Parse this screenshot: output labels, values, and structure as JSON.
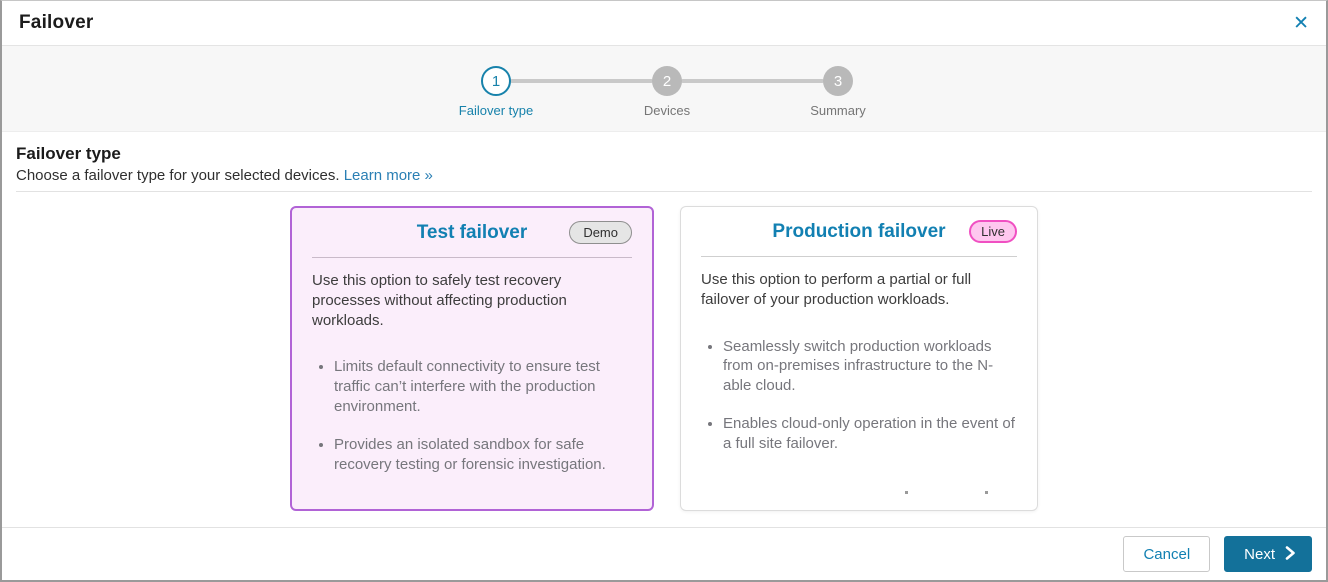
{
  "dialog": {
    "title": "Failover",
    "close_icon": "✕"
  },
  "stepper": {
    "steps": [
      {
        "number": "1",
        "label": "Failover type",
        "state": "active"
      },
      {
        "number": "2",
        "label": "Devices",
        "state": "upcoming"
      },
      {
        "number": "3",
        "label": "Summary",
        "state": "upcoming"
      }
    ]
  },
  "section": {
    "heading": "Failover type",
    "description": "Choose a failover type for your selected devices.",
    "learn_more_label": "Learn more »"
  },
  "cards": [
    {
      "title": "Test failover",
      "badge": "Demo",
      "selected": true,
      "intro": "Use this option to safely test recovery processes without affecting production workloads.",
      "bullets": [
        "Limits default connectivity to ensure test traffic can’t interfere with the production environment.",
        "Provides an isolated sandbox for safe recovery testing or forensic investigation."
      ]
    },
    {
      "title": "Production failover",
      "badge": "Live",
      "selected": false,
      "intro": "Use this option to perform a partial or full failover of your production workloads.",
      "bullets": [
        "Seamlessly switch production workloads from on-premises infrastructure to the N-able cloud.",
        "Enables cloud-only operation in the event of a full site failover."
      ]
    }
  ],
  "footer": {
    "cancel_label": "Cancel",
    "next_label": "Next"
  },
  "colors": {
    "accent_blue": "#1280b2",
    "step_teal": "#1782ab",
    "primary_button": "#13719a",
    "selected_card_border": "#b163d6",
    "selected_card_bg": "#fbeefb",
    "live_badge_border": "#f050c2",
    "live_badge_bg": "#fec7ef",
    "inactive_step_gray": "#b9b9b9"
  }
}
